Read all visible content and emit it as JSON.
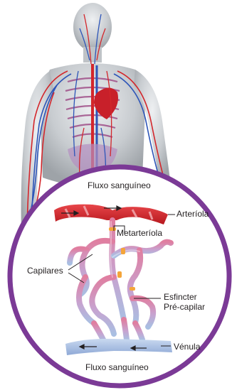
{
  "labels": {
    "blood_flow_top": "Fluxo sanguíneo",
    "arteriole": "Arteríola",
    "metarteriole": "Metarteríola",
    "capillaries": "Capilares",
    "precapillary_sphincter": "Esfincter\nPré-capilar",
    "venule": "Vénula",
    "blood_flow_bottom": "Fluxo sanguíneo"
  },
  "colors": {
    "ring": "#7b3a96",
    "artery_red": "#d3262b",
    "vein_blue": "#2d55b8",
    "capillary_pink": "#d98aa6",
    "capillary_violet": "#b5a0cf",
    "venule_blue": "#a9c1e4",
    "sphincter_orange": "#f4a53a",
    "body_gray": "#c9cdd1"
  },
  "icons": {
    "human_figure": "human-circulatory-system-illustration",
    "arrows": "flow-direction-arrow-icon"
  }
}
